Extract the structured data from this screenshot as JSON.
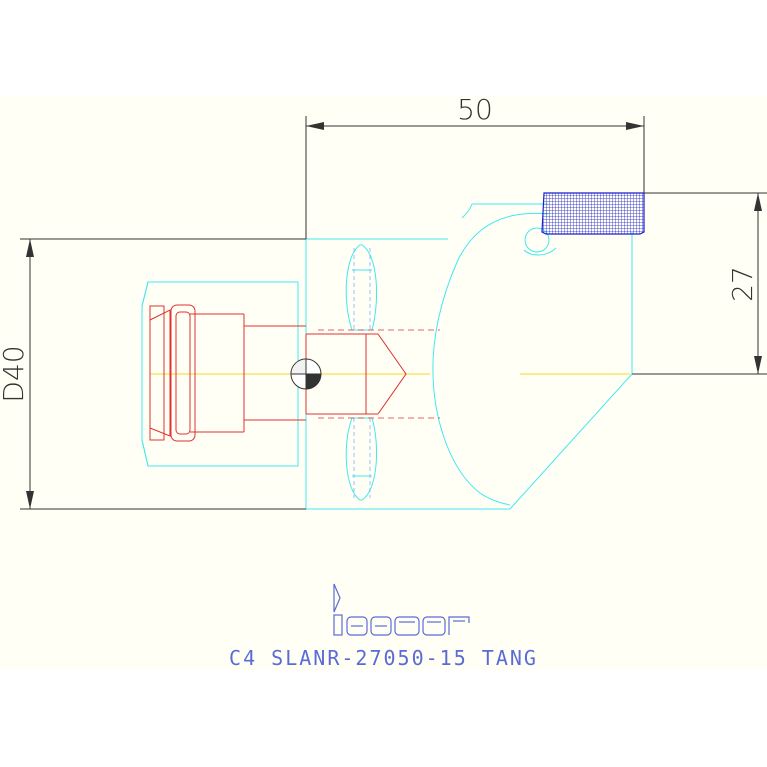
{
  "drawing": {
    "colors": {
      "background_band": "#fffff6",
      "dimension": "#333333",
      "outline": "#42e8f0",
      "insert_mesh": "#1a1fcf",
      "red_detail": "#e03030",
      "centerline": "#f5e050",
      "logo": "#5b6bd6"
    },
    "dimensions": {
      "length_label": "50",
      "height_label": "27",
      "diameter_label": "D40"
    },
    "logo_text": "iscar",
    "part_code": "C4 SLANR-27050-15 TANG"
  }
}
